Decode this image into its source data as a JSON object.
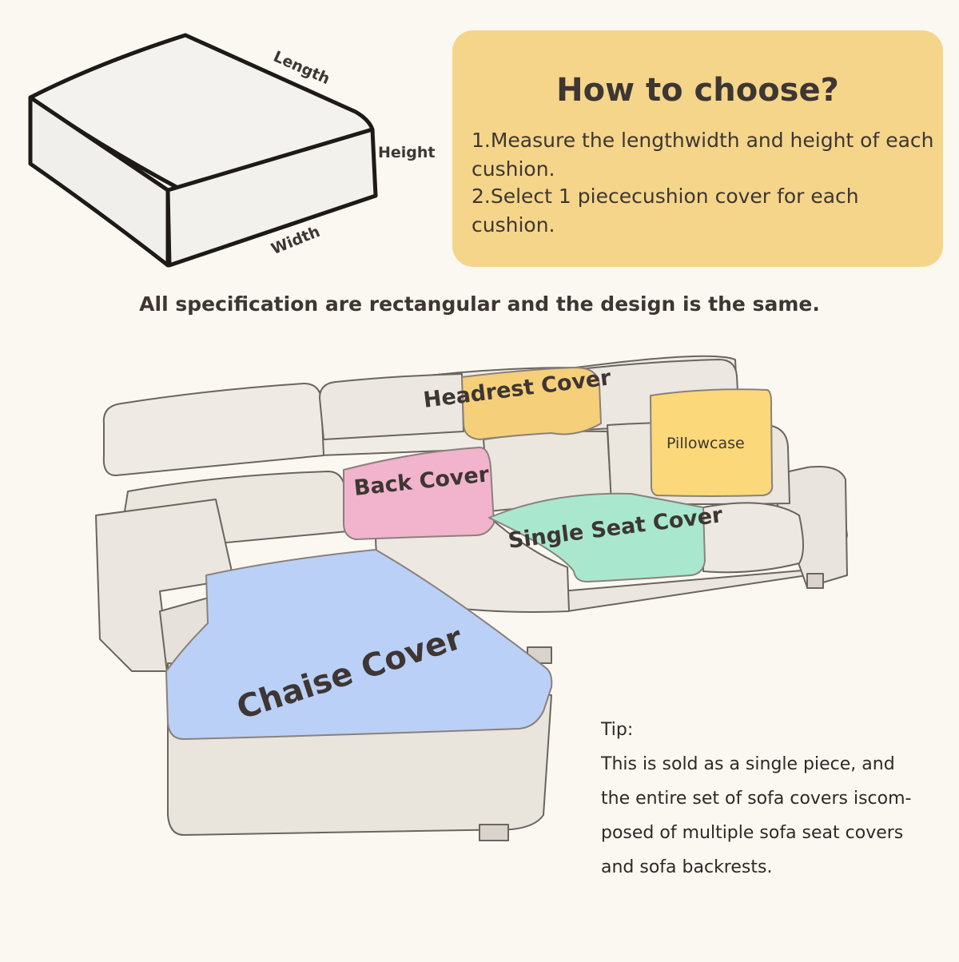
{
  "cushion_diagram": {
    "length_label": "Length",
    "height_label": "Height",
    "width_label": "Width"
  },
  "howto": {
    "title": "How to choose?",
    "step1": "1.Measure the lengthwidth and height of each cushion.",
    "step2": "2.Select 1 piececushion cover for each cushion."
  },
  "spec_note": "All specification are rectangular and the design is the same.",
  "sofa": {
    "headrest_cover": "Headrest Cover",
    "pillowcase": "Pillowcase",
    "back_cover": "Back Cover",
    "single_seat_cover": "Single Seat Cover",
    "chaise_cover": "Chaise Cover"
  },
  "colors": {
    "panel": "#f4d58a",
    "headrest": "#f6cf7a",
    "pillow": "#fbd879",
    "back": "#f2b3cc",
    "seat": "#a9e8cf",
    "chaise": "#bad0f6",
    "sofa_fabric": "#eee9e2"
  },
  "tip": {
    "heading": "Tip:",
    "line1": "This is sold as a single piece, and",
    "line2": "the entire set of sofa covers iscom-",
    "line3": "posed of multiple sofa seat covers",
    "line4": "and sofa backrests."
  }
}
